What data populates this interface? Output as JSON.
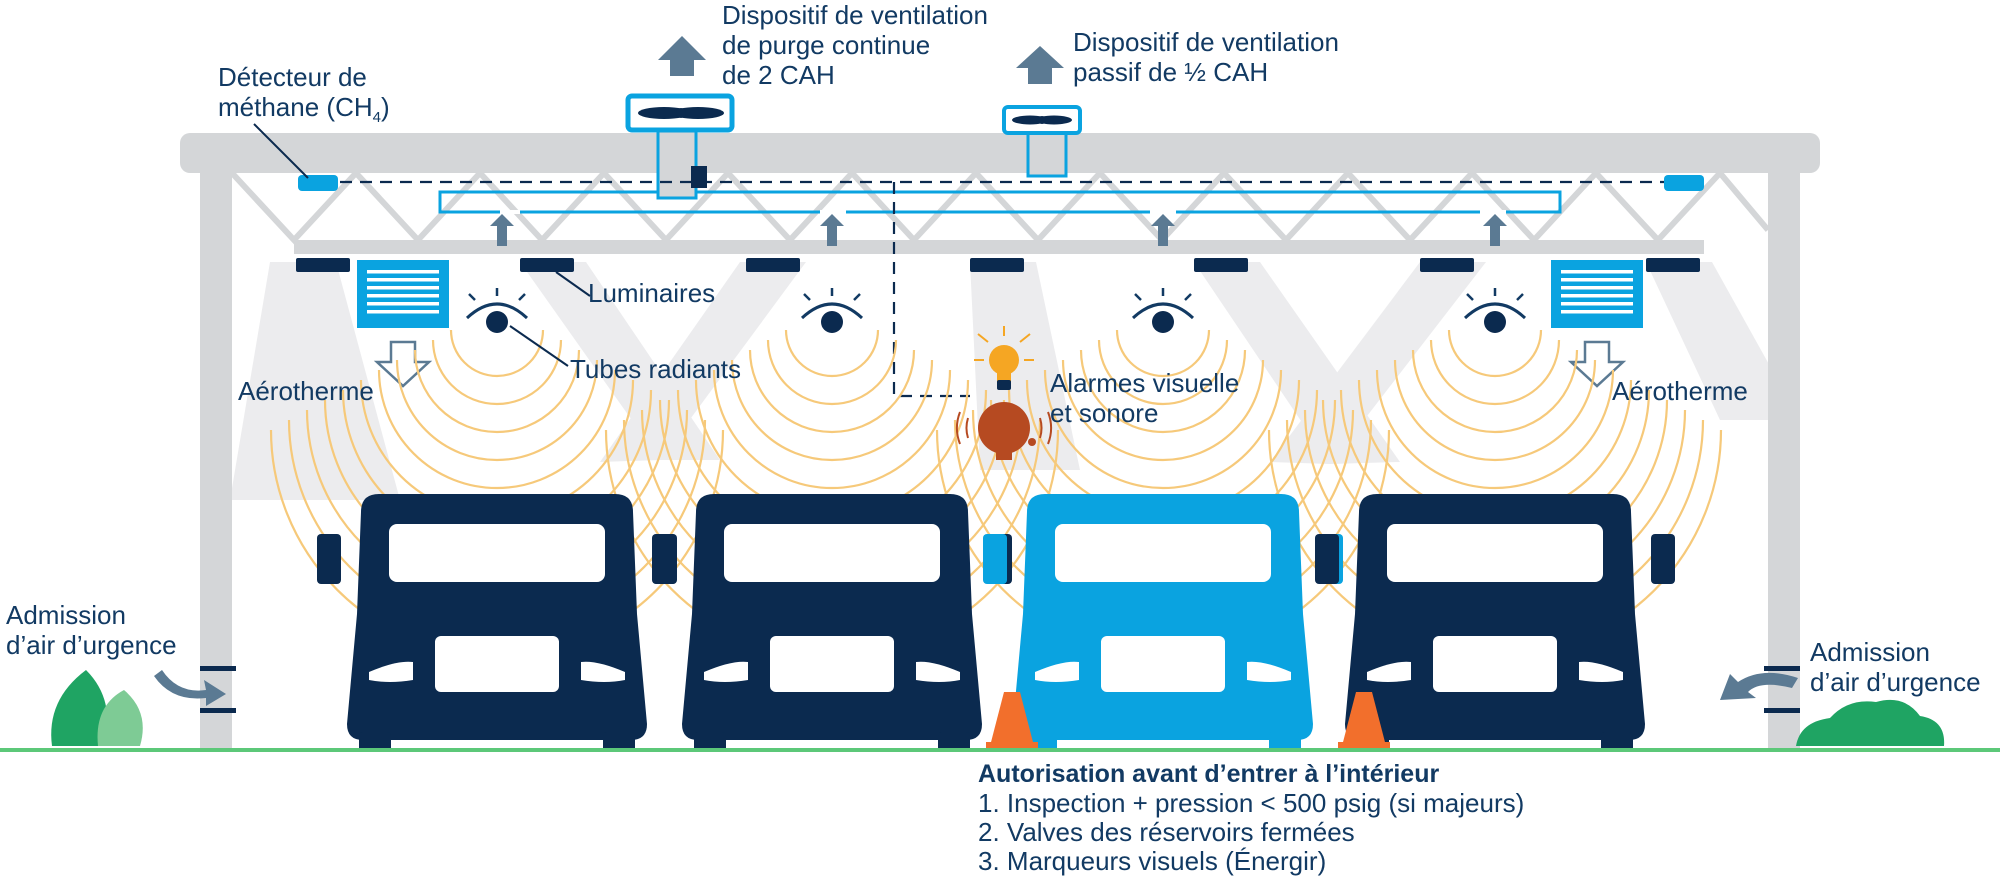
{
  "labels": {
    "methane_detector_line1": "Détecteur de",
    "methane_detector_line2_prefix": "méthane (CH",
    "methane_detector_sub": "4",
    "methane_detector_suffix": ")",
    "purge_vent_line1": "Dispositif de ventilation",
    "purge_vent_line2": "de purge continue",
    "purge_vent_line3": "de 2 CAH",
    "passive_vent_line1": "Dispositif de ventilation",
    "passive_vent_line2": "passif de ½ CAH",
    "luminaires": "Luminaires",
    "radiant_tubes": "Tubes radiants",
    "heater_left": "Aérotherme",
    "heater_right": "Aérotherme",
    "alarms_line1": "Alarmes visuelle",
    "alarms_line2": "et sonore",
    "emergency_left_line1": "Admission",
    "emergency_left_line2": "d’air d’urgence",
    "emergency_right_line1": "Admission",
    "emergency_right_line2": "d’air d’urgence"
  },
  "authorization": {
    "title": "Autorisation avant d’entrer à l’intérieur",
    "steps": [
      "1. Inspection + pression < 500 psig (si majeurs)",
      "2. Valves des réservoirs fermées",
      "3. Marqueurs visuels (Énergir)"
    ]
  },
  "colors": {
    "navy": "#0b2a4f",
    "blue": "#0aa3e0",
    "steel": "#5b7a93",
    "structure": "#d4d6d8",
    "heat_waves": "#f6c97a",
    "ground": "#5cc879",
    "cone": "#f26f2c",
    "bell": "#b64a21",
    "bulb": "#f5a623",
    "plants": "#1fa463"
  },
  "icons": {
    "purge_fan": "fan-icon",
    "passive_fan": "fan-icon",
    "alarm_light": "light-bulb-icon",
    "alarm_bell": "bell-icon",
    "truck": "truck-icon",
    "cone": "traffic-cone-icon",
    "plant": "plant-icon",
    "eye": "eye-icon"
  }
}
